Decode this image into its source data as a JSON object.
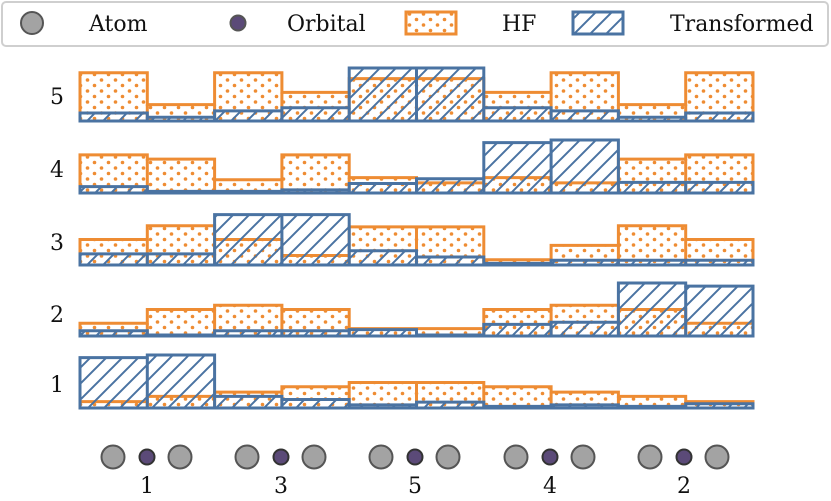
{
  "chart_data": {
    "type": "bar",
    "layout": "stacked-panels",
    "legend": {
      "placement": "top",
      "entries": [
        {
          "label": "Atom",
          "marker": "circle",
          "color": "#a3a3a3"
        },
        {
          "label": "Orbital",
          "marker": "circle",
          "color": "#5b4a78"
        },
        {
          "label": "HF",
          "marker": "dotted-bar",
          "color": "#ee8c33"
        },
        {
          "label": "Transformed",
          "marker": "hatched-bar",
          "color": "#4a73a2"
        }
      ]
    },
    "panel_labels": [
      "5",
      "4",
      "3",
      "2",
      "1"
    ],
    "groups": [
      "1",
      "3",
      "5",
      "4",
      "2"
    ],
    "slots_per_panel": 10,
    "ylim": [
      0,
      1
    ],
    "series": [
      {
        "name": "HF",
        "panels": [
          [
            0.91,
            0.31,
            0.91,
            0.54,
            0.8,
            0.8,
            0.54,
            0.91,
            0.31,
            0.91
          ],
          [
            0.72,
            0.64,
            0.25,
            0.72,
            0.29,
            0.19,
            0.29,
            0.19,
            0.64,
            0.72
          ],
          [
            0.48,
            0.74,
            0.48,
            0.18,
            0.72,
            0.72,
            0.1,
            0.37,
            0.74,
            0.48
          ],
          [
            0.24,
            0.5,
            0.58,
            0.5,
            0.14,
            0.14,
            0.5,
            0.58,
            0.5,
            0.24
          ],
          [
            0.12,
            0.22,
            0.3,
            0.4,
            0.48,
            0.48,
            0.4,
            0.3,
            0.22,
            0.12
          ]
        ]
      },
      {
        "name": "Transformed",
        "panels": [
          [
            0.15,
            0.07,
            0.19,
            0.25,
            1.0,
            1.0,
            0.25,
            0.19,
            0.07,
            0.15
          ],
          [
            0.12,
            0.03,
            0.03,
            0.06,
            0.18,
            0.27,
            0.95,
            1.0,
            0.2,
            0.2
          ],
          [
            0.21,
            0.21,
            0.95,
            0.95,
            0.27,
            0.15,
            0.03,
            0.09,
            0.09,
            0.09
          ],
          [
            0.1,
            0.02,
            0.1,
            0.1,
            0.12,
            0.02,
            0.22,
            0.26,
            1.0,
            0.94
          ],
          [
            0.95,
            1.0,
            0.22,
            0.16,
            0.06,
            0.11,
            0.03,
            0.06,
            0.03,
            0.08
          ]
        ]
      }
    ]
  }
}
